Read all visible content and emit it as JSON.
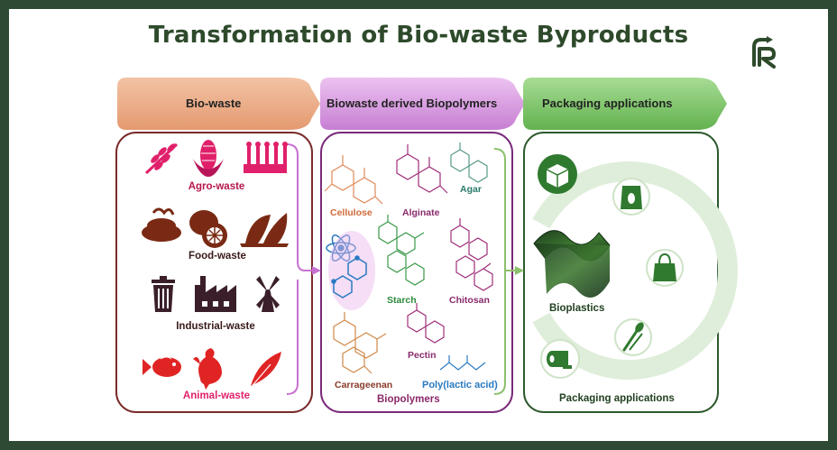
{
  "title": "Transformation of  Bio-waste Byproducts",
  "logo_icon": "recycle-r-logo-icon",
  "colors": {
    "frame": "#2f4a34",
    "biowaste": "#e9a57e",
    "biopolymers": "#cf8fd8",
    "packaging": "#7ac26a",
    "waste_icons": "#7a2a14",
    "accent_pink": "#e0206a"
  },
  "headers": {
    "biowaste": "Bio-waste",
    "biopolymers": "Biowaste derived Biopolymers",
    "packaging": "Packaging applications"
  },
  "biowaste": {
    "agro": "Agro-waste",
    "food": "Food-waste",
    "industrial": "Industrial-waste",
    "animal": "Animal-waste"
  },
  "biopolymers": {
    "cellulose": "Cellulose",
    "alginate": "Alginate",
    "agar": "Agar",
    "starch": "Starch",
    "chitosan": "Chitosan",
    "pectin": "Pectin",
    "carrageenan": "Carrageenan",
    "pla": "Poly(lactic acid)",
    "footer": "Biopolymers"
  },
  "packaging": {
    "bioplastics": "Bioplastics",
    "footer": "Packaging applications"
  }
}
